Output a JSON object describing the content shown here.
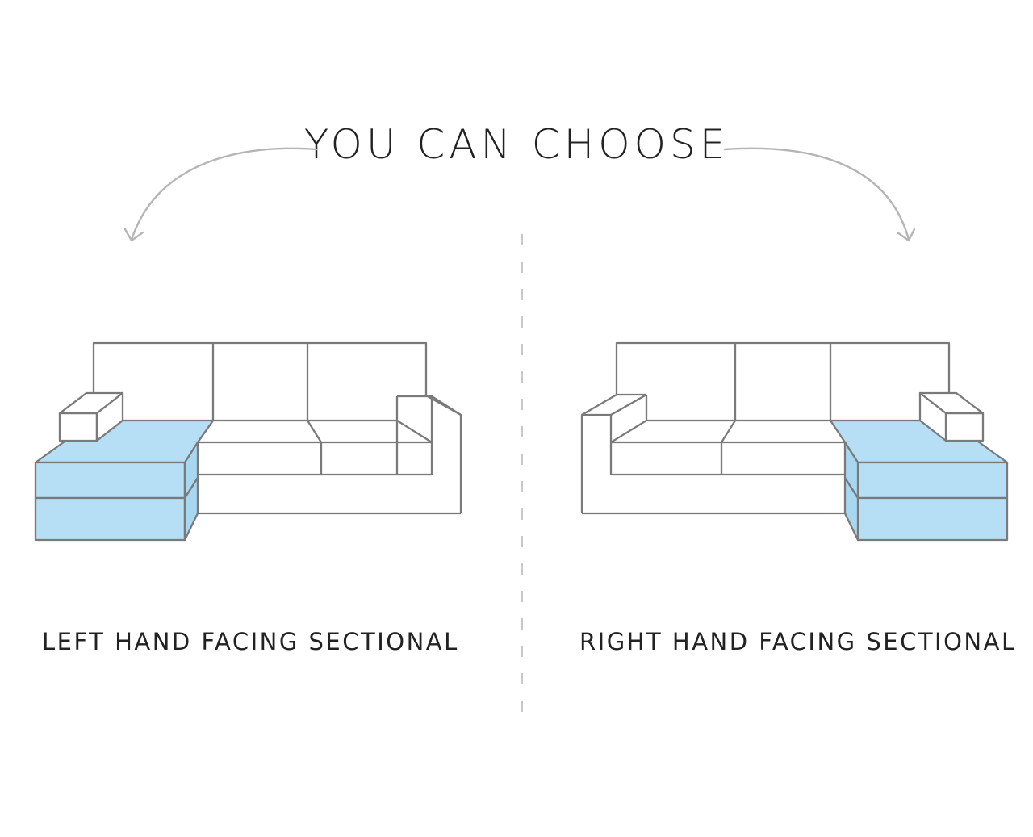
{
  "title": "YOU CAN CHOOSE",
  "options": [
    {
      "label": "LEFT HAND FACING SECTIONAL"
    },
    {
      "label": "RIGHT HAND FACING SECTIONAL"
    }
  ],
  "colors": {
    "outline": "#7a7a7a",
    "highlight": "#b6dff5",
    "arrow": "#b5b5b5",
    "divider": "#c8c8c8",
    "text": "#222222"
  }
}
